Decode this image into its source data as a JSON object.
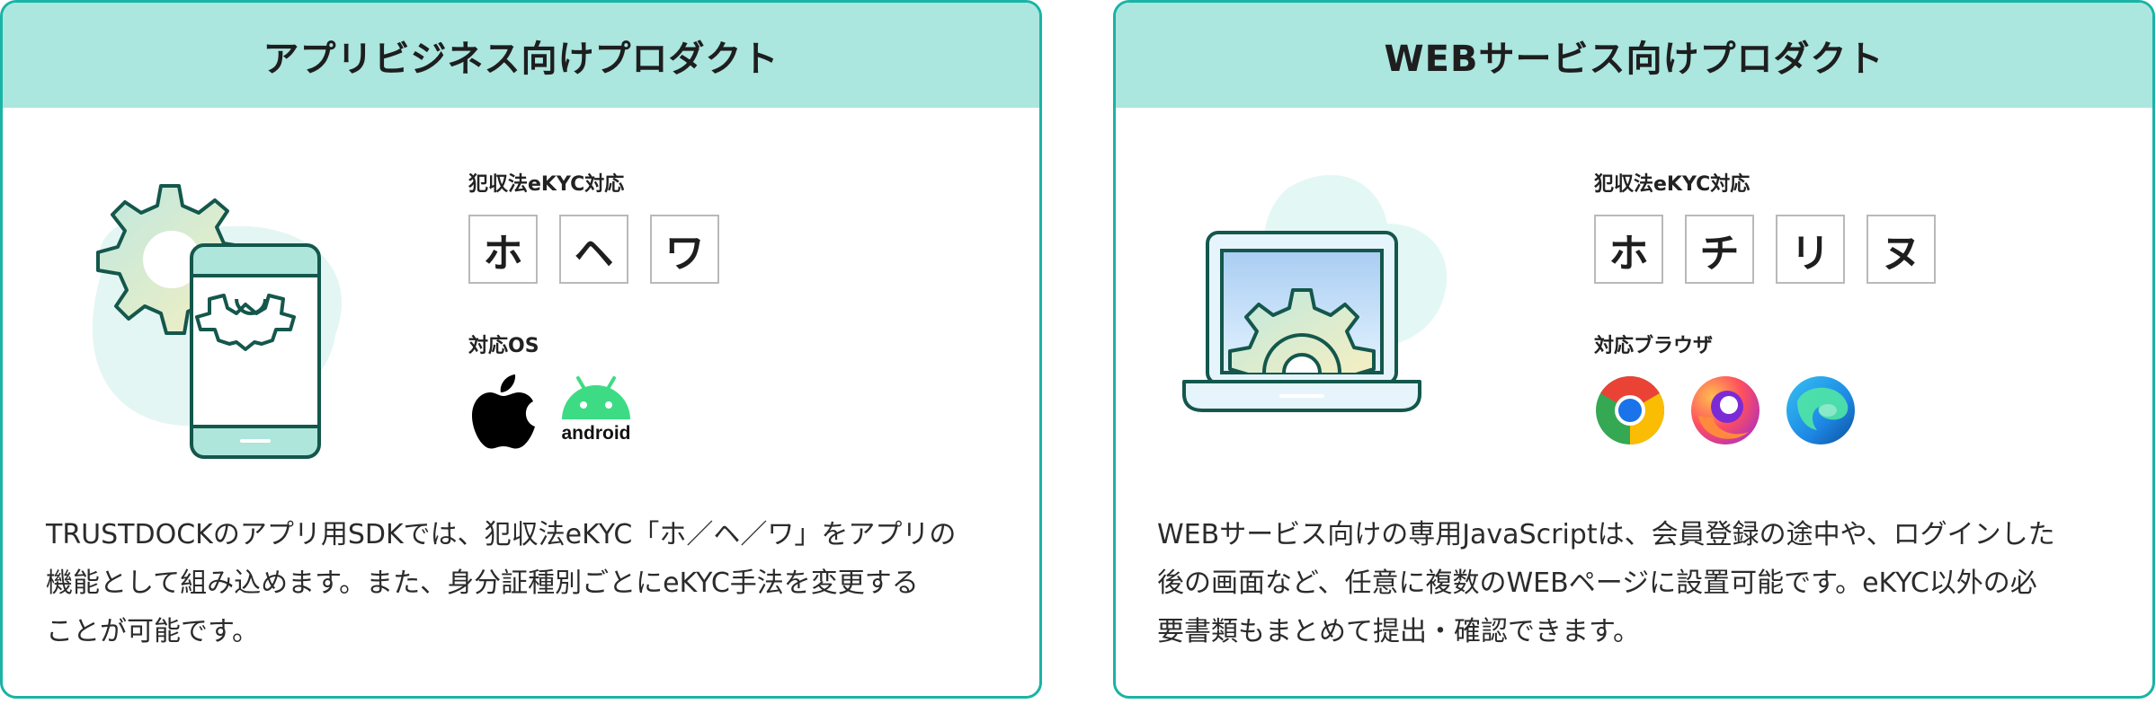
{
  "app_card": {
    "title": "アプリビジネス向けプロダクト",
    "ekyc_label": "犯収法eKYC対応",
    "methods": [
      "ホ",
      "ヘ",
      "ワ"
    ],
    "os_label": "対応OS",
    "os_icons": [
      "apple-logo-icon",
      "android-logo-icon"
    ],
    "android_text": "android",
    "description_lines": [
      "TRUSTDOCKのアプリ用SDKでは、犯収法eKYC「ホ／ヘ／ワ」をアプリの",
      "機能として組み込めます。また、身分証種別ごとにeKYC手法を変更する",
      "ことが可能です。"
    ]
  },
  "web_card": {
    "title": "WEBサービス向けプロダクト",
    "ekyc_label": "犯収法eKYC対応",
    "methods": [
      "ホ",
      "チ",
      "リ",
      "ヌ"
    ],
    "browser_label": "対応ブラウザ",
    "browser_icons": [
      "chrome-icon",
      "firefox-icon",
      "edge-icon"
    ],
    "description_lines": [
      "WEBサービス向けの専用JavaScriptは、会員登録の途中や、ログインした",
      "後の画面など、任意に複数のWEBページに設置可能です。eKYC以外の必",
      "要書類もまとめて提出・確認できます。"
    ]
  },
  "colors": {
    "border": "#19b4a5",
    "header_bg": "#abe6df",
    "illustration_stroke": "#14574c",
    "illustration_fill": "#e3f6f3"
  }
}
